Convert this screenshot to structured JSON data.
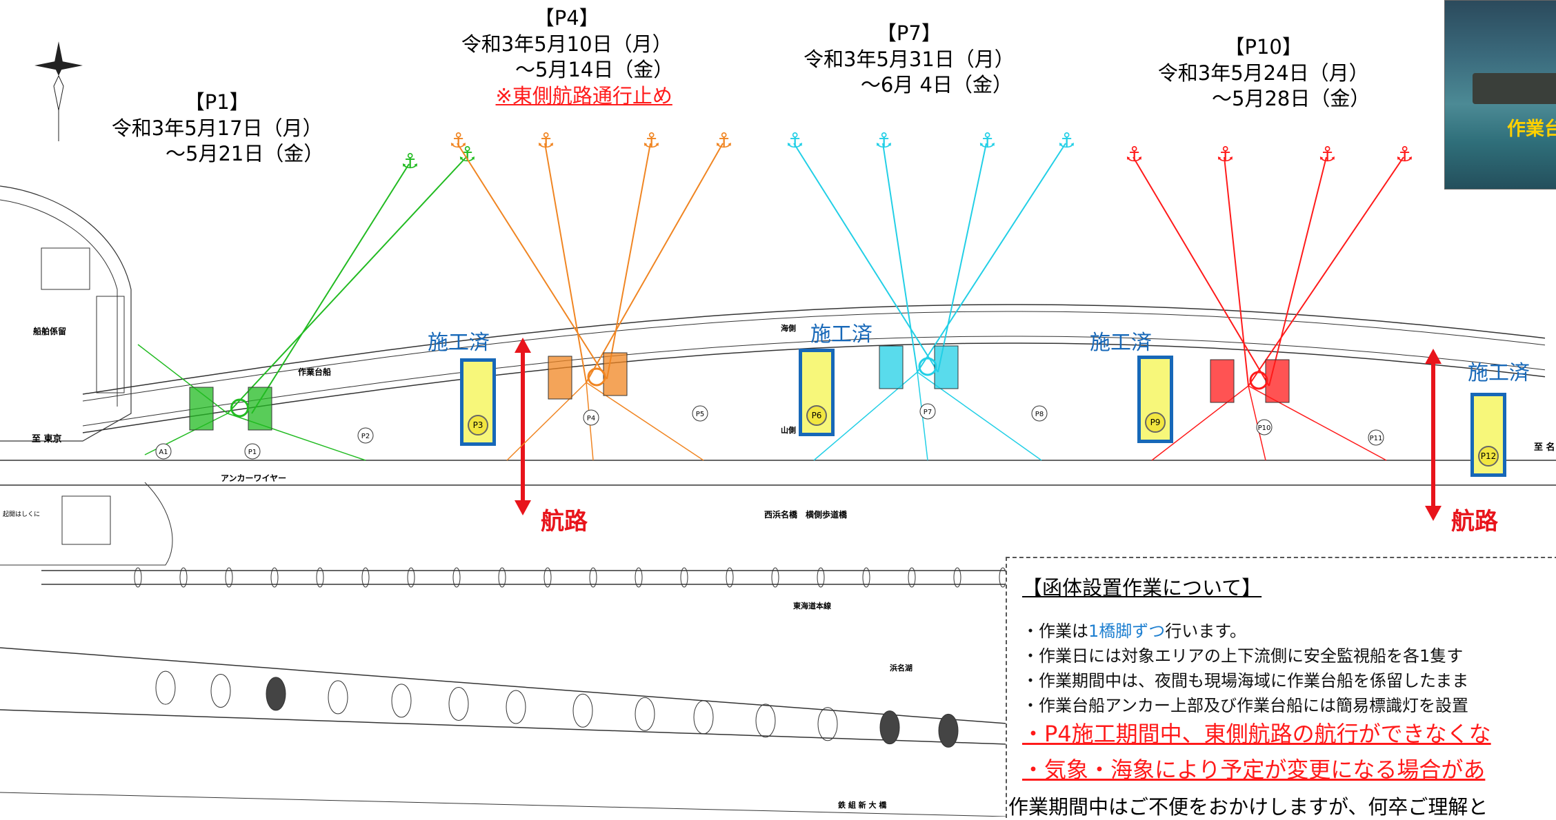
{
  "phases": [
    {
      "id": "P1",
      "header": "【P1】",
      "start": "令和3年5月17日（月）",
      "end": "〜5月21日（金）",
      "note": "",
      "color": "#22bb22"
    },
    {
      "id": "P4",
      "header": "【P4】",
      "start": "令和3年5月10日（月）",
      "end": "〜5月14日（金）",
      "note": "※東側航路通行止め",
      "color": "#f08522"
    },
    {
      "id": "P7",
      "header": "【P7】",
      "start": "令和3年5月31日（月）",
      "end": "〜6月 4日（金）",
      "note": "",
      "color": "#22cfe6"
    },
    {
      "id": "P10",
      "header": "【P10】",
      "start": "令和3年5月24日（月）",
      "end": "〜5月28日（金）",
      "note": "",
      "color": "#ff1a1a"
    }
  ],
  "completed_label": "施工済",
  "channel_label": "航路",
  "map_labels": {
    "boat_storage": "船舶係留",
    "work_barge": "作業台船",
    "anchor_wire": "アンカーワイヤー",
    "to_tokyo": "至 東京",
    "to_other": "至 名",
    "bridge_name": "西浜名橋　横側歩道橋",
    "tomei": "東海道本線",
    "hamanako": "浜名湖",
    "new_bridge": "鉄 組 新 大 橋",
    "sea_side": "海側",
    "mountain_side": "山側",
    "misc_small": "起開はしくに"
  },
  "piers": [
    "A1",
    "P1",
    "P2",
    "P3",
    "P4",
    "P5",
    "P6",
    "P7",
    "P8",
    "P9",
    "P10",
    "P11",
    "P12"
  ],
  "photo_caption": "作業台",
  "info": {
    "title": "【函体設置作業について】",
    "items": [
      {
        "pre": "・作業は",
        "highlight": "1橋脚ずつ",
        "post": "行います。"
      },
      {
        "pre": "・作業日には対象エリアの上下流側に安全監視船を各1隻す",
        "highlight": "",
        "post": ""
      },
      {
        "pre": "・作業期間中は、夜間も現場海域に作業台船を係留したまま",
        "highlight": "",
        "post": ""
      },
      {
        "pre": "・作業台船アンカー上部及び作業台船には簡易標識灯を設置",
        "highlight": "",
        "post": ""
      }
    ],
    "red_lines": [
      "・P4施工期間中、東側航路の航行ができなくな",
      "・気象・海象により予定が変更になる場合があ"
    ],
    "bottom": "作業期間中はご不便をおかけしますが、何卒ご理解と"
  },
  "colors": {
    "completed_border": "#1768b8",
    "completed_fill": "#f7f77a",
    "channel": "#e8141b",
    "line": "#333333"
  }
}
